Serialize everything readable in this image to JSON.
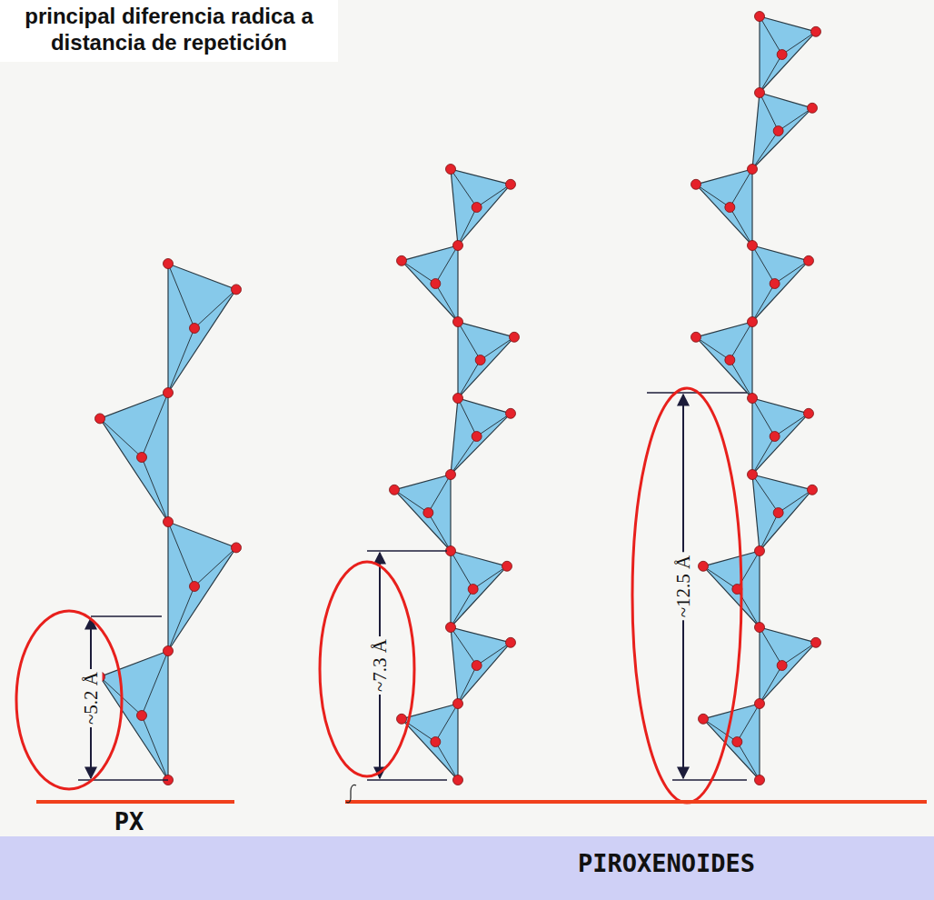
{
  "diagram": {
    "nodes": [
      {
        "text": [
          "principal diferencia radica a distancia de repetición"
        ]
      },
      {
        "text": [
          "PIROXENOIDES"
        ]
      }
    ],
    "labels": [
      "~5.2 Å",
      "~7.3 Å",
      "~12.5 Å",
      "PX"
    ]
  }
}
